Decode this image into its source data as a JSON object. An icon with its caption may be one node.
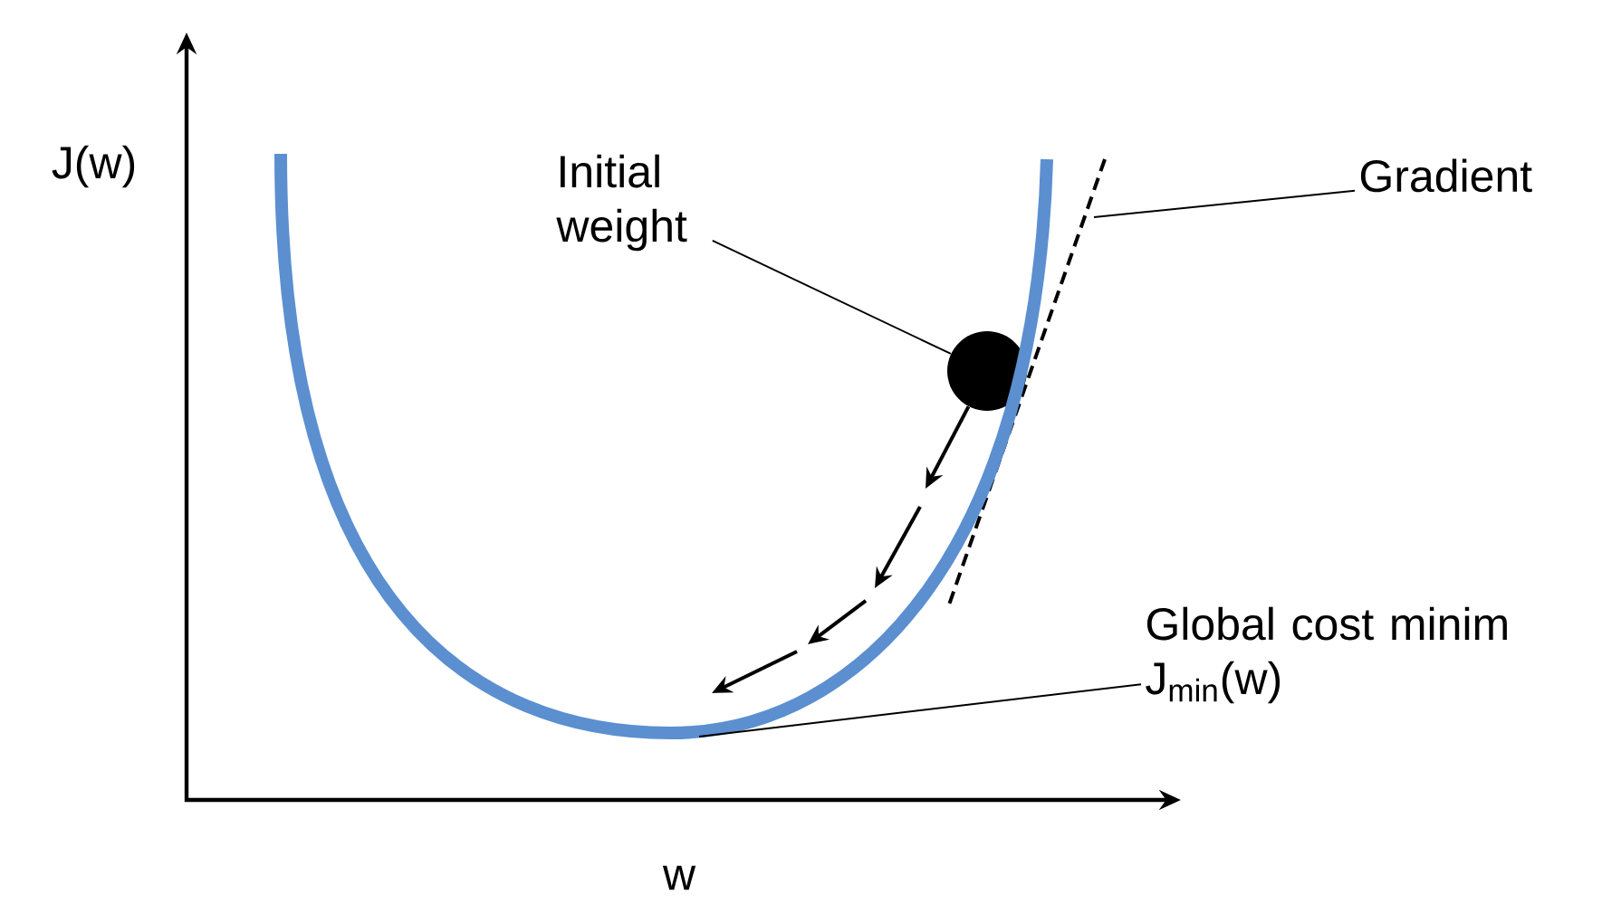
{
  "diagram": {
    "nodes": [
      {
        "text": [
          "Initial weight"
        ]
      },
      {
        "text": [],
        "shape": "circle"
      },
      {
        "text": [
          "Gradient"
        ]
      },
      {
        "text": [
          "Global cost minim",
          "J$_{min}$(w)"
        ]
      }
    ],
    "edges": [
      {
        "from": 0,
        "to": 1,
        "arrow": "none"
      },
      {
        "from": 2,
        "to": null,
        "arrow": "none"
      },
      {
        "from": 3,
        "to": null,
        "arrow": "none"
      },
      {
        "from": 1,
        "to": null,
        "arrow": "to"
      }
    ],
    "labels": [
      "J(w)",
      "w"
    ]
  }
}
